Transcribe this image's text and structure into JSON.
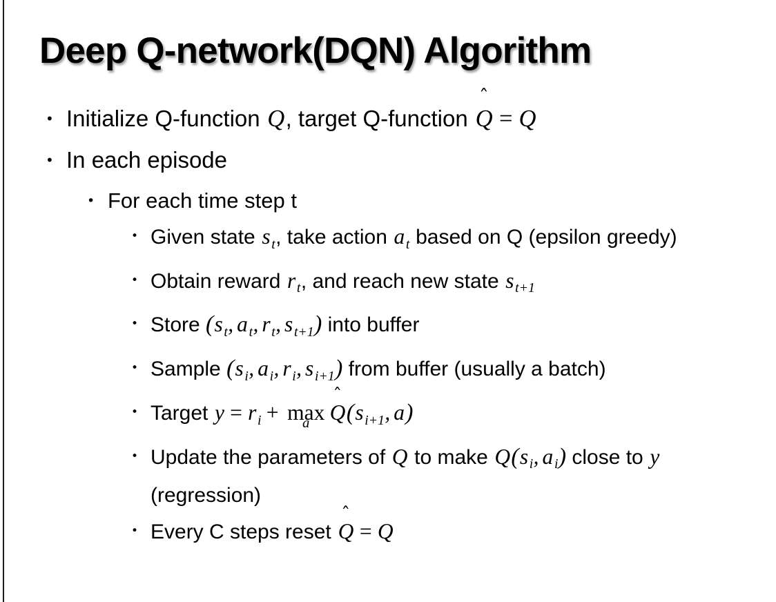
{
  "slide": {
    "title": "Deep Q-network(DQN) Algorithm",
    "background_color": "#ffffff",
    "text_color": "#000000",
    "border_color": "#1b1b1b",
    "bullet_glyph": "•"
  },
  "content": {
    "bullets": [
      {
        "level": 1,
        "id": "initialize-q-function",
        "text": "Initialize Q-function Q, target Q-function Q̂ = Q",
        "segments": [
          {
            "kind": "text",
            "value": "Initialize Q-function "
          },
          {
            "kind": "math-italic",
            "value": "Q"
          },
          {
            "kind": "text",
            "value": ", target Q-function "
          },
          {
            "kind": "math-hat",
            "value": "Q"
          },
          {
            "kind": "math-operator",
            "value": "="
          },
          {
            "kind": "math-italic",
            "value": "Q"
          }
        ]
      },
      {
        "level": 1,
        "id": "in-each-episode",
        "text": "In each episode",
        "segments": [
          {
            "kind": "text",
            "value": "In each episode"
          }
        ]
      },
      {
        "level": 2,
        "id": "for-each-time-step",
        "text": "For each time step t",
        "segments": [
          {
            "kind": "text",
            "value": "For each time step t"
          }
        ]
      },
      {
        "level": 3,
        "id": "given-state-take-action",
        "text": "Given state s_t, take action a_t based on Q (epsilon greedy)",
        "segments": [
          {
            "kind": "text",
            "value": "Given state "
          },
          {
            "kind": "math-italic",
            "value": "s"
          },
          {
            "kind": "math-subscript",
            "value": "t"
          },
          {
            "kind": "text",
            "value": ", take action "
          },
          {
            "kind": "math-italic",
            "value": "a"
          },
          {
            "kind": "math-subscript",
            "value": "t"
          },
          {
            "kind": "text",
            "value": " based on Q (epsilon greedy)"
          }
        ]
      },
      {
        "level": 3,
        "id": "obtain-reward-reach-new-state",
        "text": "Obtain reward r_t, and reach new state s_{t+1}",
        "segments": [
          {
            "kind": "text",
            "value": "Obtain reward "
          },
          {
            "kind": "math-italic",
            "value": "r"
          },
          {
            "kind": "math-subscript",
            "value": "t"
          },
          {
            "kind": "text",
            "value": ", and reach new state "
          },
          {
            "kind": "math-italic",
            "value": "s"
          },
          {
            "kind": "math-subscript",
            "value": "t+1"
          }
        ]
      },
      {
        "level": 3,
        "id": "store-into-buffer",
        "text": "Store (s_t, a_t, r_t, s_{t+1}) into buffer",
        "segments": [
          {
            "kind": "text",
            "value": "Store "
          },
          {
            "kind": "math-paren",
            "value": "("
          },
          {
            "kind": "math-italic",
            "value": "s"
          },
          {
            "kind": "math-subscript",
            "value": "t"
          },
          {
            "kind": "math-comma",
            "value": ","
          },
          {
            "kind": "math-italic",
            "value": "a"
          },
          {
            "kind": "math-subscript",
            "value": "t"
          },
          {
            "kind": "math-comma",
            "value": ","
          },
          {
            "kind": "math-italic",
            "value": "r"
          },
          {
            "kind": "math-subscript",
            "value": "t"
          },
          {
            "kind": "math-comma",
            "value": ","
          },
          {
            "kind": "math-italic",
            "value": "s"
          },
          {
            "kind": "math-subscript",
            "value": "t+1"
          },
          {
            "kind": "math-paren",
            "value": ")"
          },
          {
            "kind": "text",
            "value": " into buffer"
          }
        ]
      },
      {
        "level": 3,
        "id": "sample-from-buffer",
        "text": "Sample (s_i, a_i, r_i, s_{i+1}) from buffer (usually a batch)",
        "segments": [
          {
            "kind": "text",
            "value": "Sample "
          },
          {
            "kind": "math-paren",
            "value": "("
          },
          {
            "kind": "math-italic",
            "value": "s"
          },
          {
            "kind": "math-subscript",
            "value": "i"
          },
          {
            "kind": "math-comma",
            "value": ","
          },
          {
            "kind": "math-italic",
            "value": "a"
          },
          {
            "kind": "math-subscript",
            "value": "i"
          },
          {
            "kind": "math-comma",
            "value": ","
          },
          {
            "kind": "math-italic",
            "value": "r"
          },
          {
            "kind": "math-subscript",
            "value": "i"
          },
          {
            "kind": "math-comma",
            "value": ","
          },
          {
            "kind": "math-italic",
            "value": "s"
          },
          {
            "kind": "math-subscript",
            "value": "i+1"
          },
          {
            "kind": "math-paren",
            "value": ")"
          },
          {
            "kind": "text",
            "value": " from buffer (usually a batch)"
          }
        ]
      },
      {
        "level": 3,
        "id": "target-equation",
        "text": "Target y = r_i + max_a Q̂(s_{i+1}, a)",
        "segments": [
          {
            "kind": "text",
            "value": "Target "
          },
          {
            "kind": "math-italic",
            "value": "y"
          },
          {
            "kind": "math-operator",
            "value": "="
          },
          {
            "kind": "math-italic",
            "value": "r"
          },
          {
            "kind": "math-subscript",
            "value": "i"
          },
          {
            "kind": "math-operator",
            "value": "+"
          },
          {
            "kind": "math-max",
            "value": "max",
            "limit": "a"
          },
          {
            "kind": "math-hat",
            "value": "Q"
          },
          {
            "kind": "math-paren",
            "value": "("
          },
          {
            "kind": "math-italic",
            "value": "s"
          },
          {
            "kind": "math-subscript",
            "value": "i+1"
          },
          {
            "kind": "math-comma",
            "value": ","
          },
          {
            "kind": "math-italic",
            "value": "a"
          },
          {
            "kind": "math-paren",
            "value": ")"
          }
        ]
      },
      {
        "level": 3,
        "id": "update-parameters",
        "text": "Update the parameters of Q to make Q(s_i, a_i) close to y (regression)",
        "segments": [
          {
            "kind": "text",
            "value": "Update the parameters of "
          },
          {
            "kind": "math-italic",
            "value": "Q"
          },
          {
            "kind": "text",
            "value": " to make "
          },
          {
            "kind": "math-italic",
            "value": "Q"
          },
          {
            "kind": "math-paren",
            "value": "("
          },
          {
            "kind": "math-italic",
            "value": "s"
          },
          {
            "kind": "math-subscript",
            "value": "i"
          },
          {
            "kind": "math-comma",
            "value": ","
          },
          {
            "kind": "math-italic",
            "value": "a"
          },
          {
            "kind": "math-subscript",
            "value": "i"
          },
          {
            "kind": "math-paren",
            "value": ")"
          },
          {
            "kind": "text",
            "value": " close to "
          },
          {
            "kind": "math-italic",
            "value": "y"
          },
          {
            "kind": "text",
            "value": " (regression)"
          }
        ]
      },
      {
        "level": 3,
        "id": "every-c-steps-reset",
        "text": "Every C steps reset Q̂ = Q",
        "segments": [
          {
            "kind": "text",
            "value": "Every C steps reset "
          },
          {
            "kind": "math-hat",
            "value": "Q"
          },
          {
            "kind": "math-operator",
            "value": "="
          },
          {
            "kind": "math-italic",
            "value": "Q"
          }
        ]
      }
    ]
  }
}
